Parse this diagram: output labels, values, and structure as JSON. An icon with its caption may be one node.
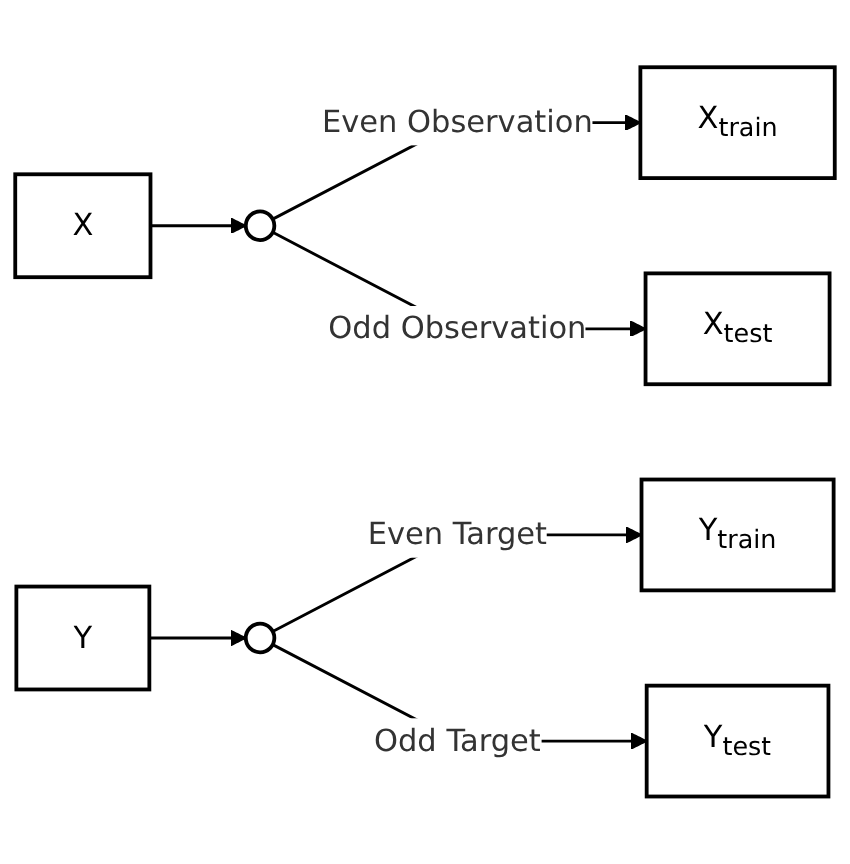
{
  "diagram": {
    "nodes": [
      {
        "text": [
          "X"
        ]
      },
      {
        "text": [],
        "shape": "circle"
      },
      {
        "text": [
          "X$_{train}$"
        ]
      },
      {
        "text": [
          "X$_{test}$"
        ]
      },
      {
        "text": [
          "Y"
        ]
      },
      {
        "text": [],
        "shape": "circle"
      },
      {
        "text": [
          "Y$_{train}$"
        ]
      },
      {
        "text": [
          "Y$_{test}$"
        ]
      }
    ],
    "edges": [
      {
        "from": 0,
        "to": 1,
        "arrow": "to"
      },
      {
        "from": 1,
        "to": 2,
        "arrow": "to",
        "label": "Even Observation"
      },
      {
        "from": 1,
        "to": 3,
        "arrow": "to",
        "label": "Odd Observation"
      },
      {
        "from": 4,
        "to": 5,
        "arrow": "to"
      },
      {
        "from": 5,
        "to": 6,
        "arrow": "to",
        "label": "Even Target"
      },
      {
        "from": 5,
        "to": 7,
        "arrow": "to",
        "label": "Odd Target"
      }
    ]
  }
}
